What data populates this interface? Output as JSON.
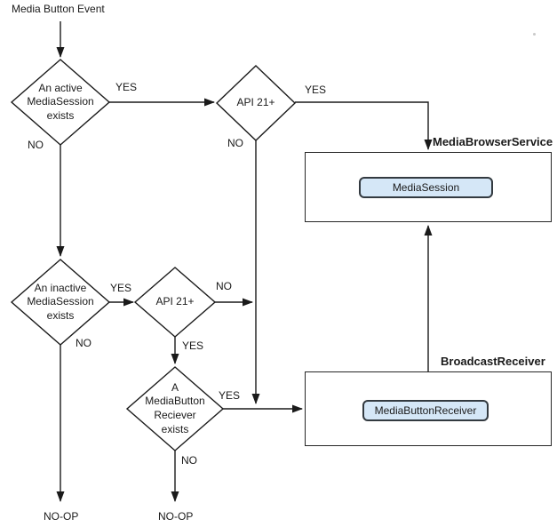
{
  "colors": {
    "line": "#1a1a1a",
    "component_fill": "#d5e7f7",
    "component_border": "#333a40",
    "container_border": "#262626"
  },
  "start_label": "Media Button Event",
  "decisions": {
    "active_session": "An active\nMediaSession\nexists",
    "api21_top": "API 21+",
    "inactive_session": "An inactive\nMediaSession\nexists",
    "api21_mid": "API 21+",
    "button_receiver": "A\nMediaButton\nReciever\nexists"
  },
  "branch_labels": {
    "active_yes": "YES",
    "active_no": "NO",
    "api21_top_yes": "YES",
    "api21_top_no": "NO",
    "inactive_yes": "YES",
    "inactive_no": "NO",
    "api21_mid_no": "NO",
    "api21_mid_yes": "YES",
    "button_receiver_yes": "YES",
    "button_receiver_no": "NO"
  },
  "containers": {
    "media_browser_service": {
      "title": "MediaBrowserService",
      "component": "MediaSession"
    },
    "broadcast_receiver": {
      "title": "BroadcastReceiver",
      "component": "MediaButtonReceiver"
    }
  },
  "terminals": {
    "no_op_left": "NO-OP",
    "no_op_right": "NO-OP"
  }
}
